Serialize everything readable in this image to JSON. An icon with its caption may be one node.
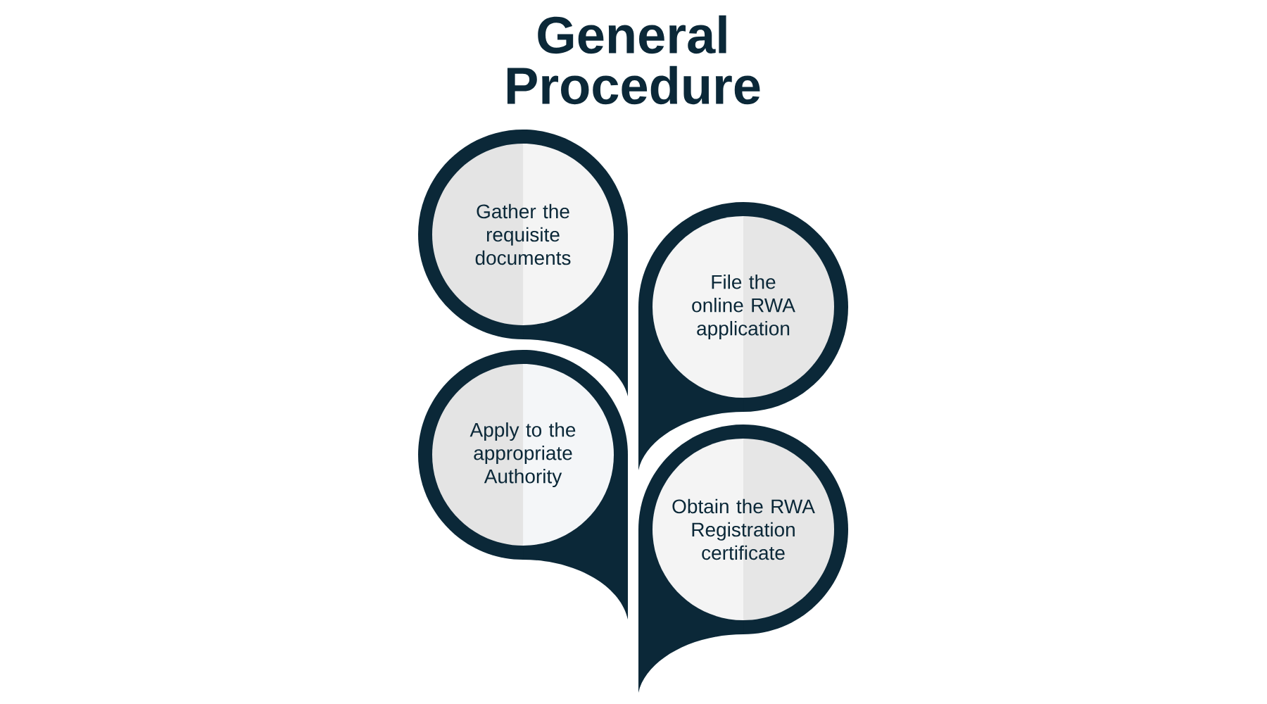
{
  "diagram": {
    "title": "General Procedure",
    "nodes": [
      {
        "text": [
          "Gather the requisite documents"
        ]
      },
      {
        "text": [
          "File the online RWA application"
        ]
      },
      {
        "text": [
          "Apply to the appropriate Authority"
        ]
      },
      {
        "text": [
          "Obtain the RWA Registration certificate"
        ]
      }
    ],
    "edges": []
  }
}
